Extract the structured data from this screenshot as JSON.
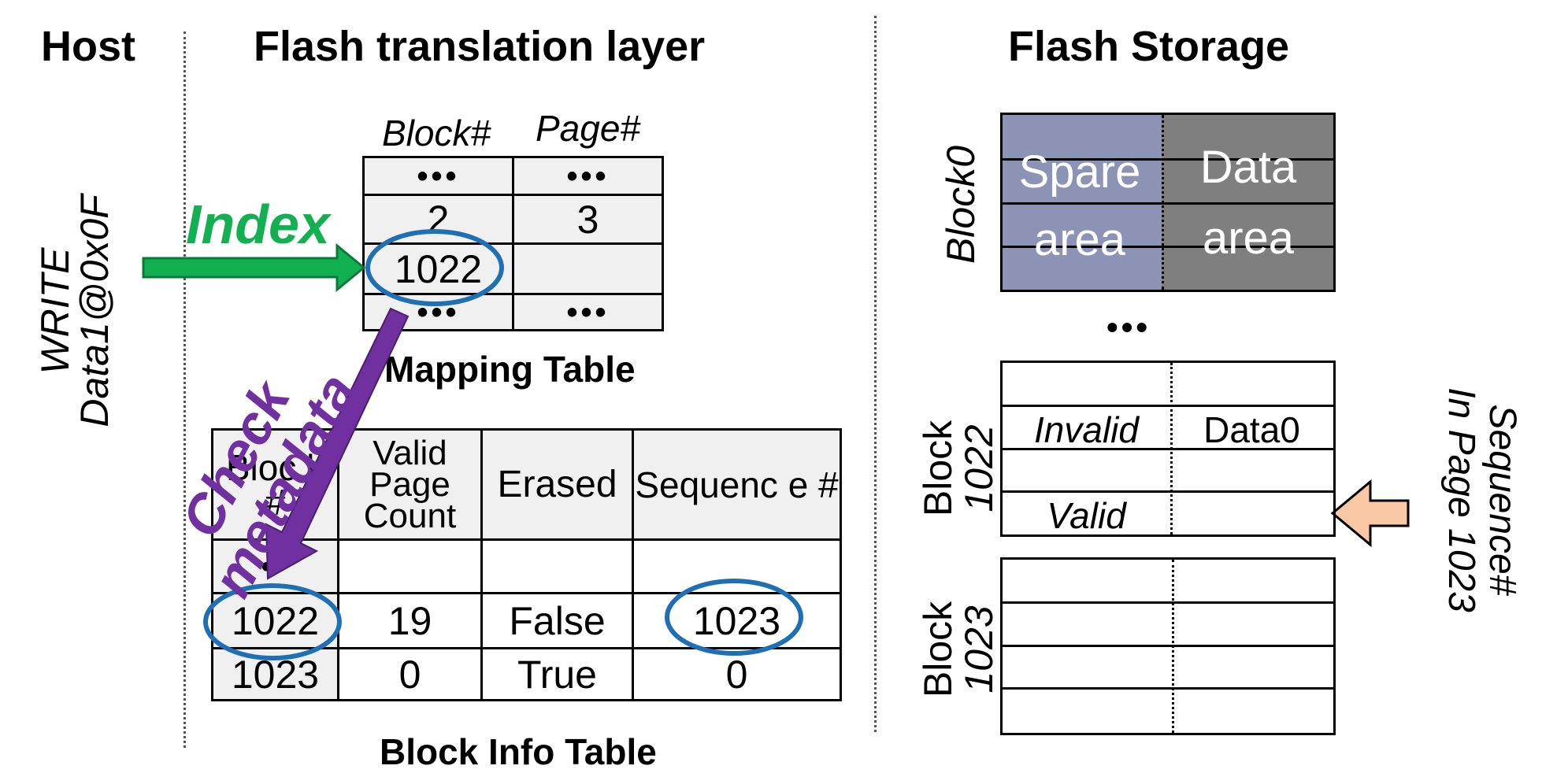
{
  "headers": {
    "host": "Host",
    "ftl": "Flash translation layer",
    "storage": "Flash Storage"
  },
  "write_label": {
    "line1": "WRITE",
    "line2": "Data1@0x0F"
  },
  "index_label": "Index",
  "check_label": {
    "line1": "Check",
    "line2": "metadata"
  },
  "mapping_table": {
    "caption": "Mapping Table",
    "columns": [
      "Block#",
      "Page#"
    ],
    "rows": [
      [
        "•••",
        "•••"
      ],
      [
        "2",
        "3"
      ],
      [
        "1022",
        ""
      ],
      [
        "•••",
        "•••"
      ]
    ]
  },
  "block_info_table": {
    "caption": "Block Info Table",
    "columns": [
      "Bloc k #",
      "Valid Page Count",
      "Erased",
      "Sequenc e #"
    ],
    "rows": [
      [
        "••",
        "",
        "",
        ""
      ],
      [
        "1022",
        "19",
        "False",
        "1023"
      ],
      [
        "1023",
        "0",
        "True",
        "0"
      ]
    ]
  },
  "flash": {
    "block0": {
      "label": "Block0",
      "spare": "Spare area",
      "data": "Data area",
      "spare_color": "#8d93b5",
      "data_color": "#7f7f7f"
    },
    "dots": "•••",
    "block1022": {
      "label_line1": "Block",
      "label_line2": "1022",
      "invalid": "Invalid",
      "data0": "Data0",
      "valid": "Valid"
    },
    "block1023": {
      "label_line1": "Block",
      "label_line2": "1023"
    },
    "sequence_note": {
      "line1": "Sequence#",
      "line2": "In Page 1023"
    }
  },
  "colors": {
    "index_green": "#12b050",
    "check_purple": "#7030a0",
    "circle_blue": "#1f6fb5",
    "arrow_peach": "#f8c7a3"
  }
}
